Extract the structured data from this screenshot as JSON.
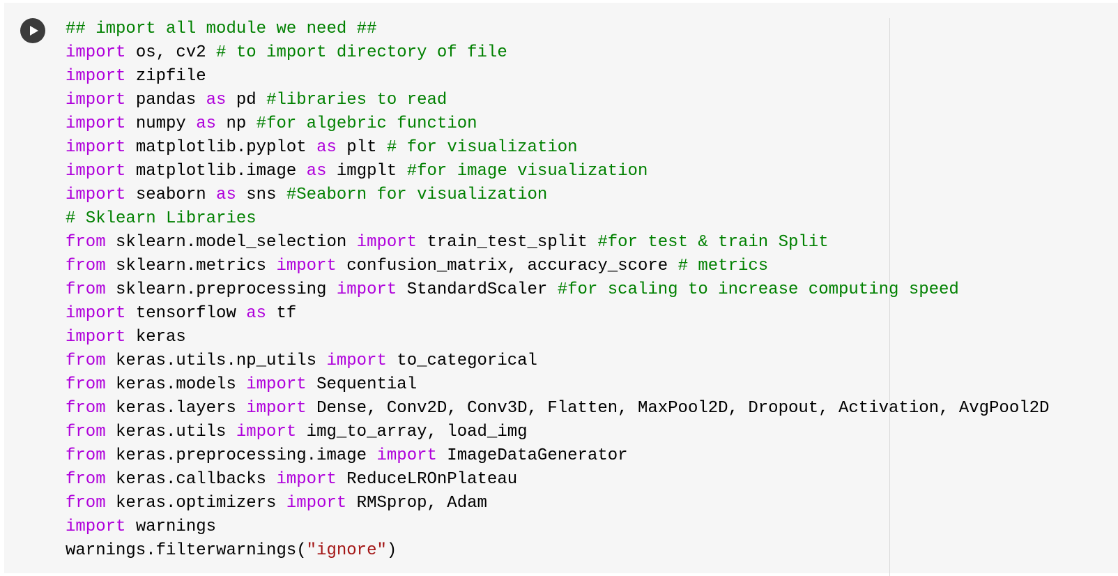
{
  "cell": {
    "run_icon": "play-icon",
    "colors": {
      "background": "#f6f6f6",
      "keyword": "#af00db",
      "comment": "#008000",
      "string": "#a31515",
      "plain": "#000000",
      "run_button": "#3c3c3c"
    },
    "lines": [
      [
        [
          "comment",
          "## import all module we need ##"
        ]
      ],
      [
        [
          "keyword",
          "import"
        ],
        [
          "plain",
          " os, cv2 "
        ],
        [
          "comment",
          "# to import directory of file"
        ]
      ],
      [
        [
          "keyword",
          "import"
        ],
        [
          "plain",
          " zipfile"
        ]
      ],
      [
        [
          "keyword",
          "import"
        ],
        [
          "plain",
          " pandas "
        ],
        [
          "keyword",
          "as"
        ],
        [
          "plain",
          " pd "
        ],
        [
          "comment",
          "#libraries to read"
        ]
      ],
      [
        [
          "keyword",
          "import"
        ],
        [
          "plain",
          " numpy "
        ],
        [
          "keyword",
          "as"
        ],
        [
          "plain",
          " np "
        ],
        [
          "comment",
          "#for algebric function"
        ]
      ],
      [
        [
          "keyword",
          "import"
        ],
        [
          "plain",
          " matplotlib.pyplot "
        ],
        [
          "keyword",
          "as"
        ],
        [
          "plain",
          " plt "
        ],
        [
          "comment",
          "# for visualization"
        ]
      ],
      [
        [
          "keyword",
          "import"
        ],
        [
          "plain",
          " matplotlib.image "
        ],
        [
          "keyword",
          "as"
        ],
        [
          "plain",
          " imgplt "
        ],
        [
          "comment",
          "#for image visualization"
        ]
      ],
      [
        [
          "keyword",
          "import"
        ],
        [
          "plain",
          " seaborn "
        ],
        [
          "keyword",
          "as"
        ],
        [
          "plain",
          " sns "
        ],
        [
          "comment",
          "#Seaborn for visualization"
        ]
      ],
      [
        [
          "comment",
          "# Sklearn Libraries"
        ]
      ],
      [
        [
          "keyword",
          "from"
        ],
        [
          "plain",
          " sklearn.model_selection "
        ],
        [
          "keyword",
          "import"
        ],
        [
          "plain",
          " train_test_split "
        ],
        [
          "comment",
          "#for test & train Split"
        ]
      ],
      [
        [
          "keyword",
          "from"
        ],
        [
          "plain",
          " sklearn.metrics "
        ],
        [
          "keyword",
          "import"
        ],
        [
          "plain",
          " confusion_matrix, accuracy_score "
        ],
        [
          "comment",
          "# metrics"
        ]
      ],
      [
        [
          "keyword",
          "from"
        ],
        [
          "plain",
          " sklearn.preprocessing "
        ],
        [
          "keyword",
          "import"
        ],
        [
          "plain",
          " StandardScaler "
        ],
        [
          "comment",
          "#for scaling to increase computing speed"
        ]
      ],
      [
        [
          "keyword",
          "import"
        ],
        [
          "plain",
          " tensorflow "
        ],
        [
          "keyword",
          "as"
        ],
        [
          "plain",
          " tf"
        ]
      ],
      [
        [
          "keyword",
          "import"
        ],
        [
          "plain",
          " keras"
        ]
      ],
      [
        [
          "keyword",
          "from"
        ],
        [
          "plain",
          " keras.utils.np_utils "
        ],
        [
          "keyword",
          "import"
        ],
        [
          "plain",
          " to_categorical"
        ]
      ],
      [
        [
          "keyword",
          "from"
        ],
        [
          "plain",
          " keras.models "
        ],
        [
          "keyword",
          "import"
        ],
        [
          "plain",
          " Sequential"
        ]
      ],
      [
        [
          "keyword",
          "from"
        ],
        [
          "plain",
          " keras.layers "
        ],
        [
          "keyword",
          "import"
        ],
        [
          "plain",
          " Dense, Conv2D, Conv3D, Flatten, MaxPool2D, Dropout, Activation, AvgPool2D"
        ]
      ],
      [
        [
          "keyword",
          "from"
        ],
        [
          "plain",
          " keras.utils "
        ],
        [
          "keyword",
          "import"
        ],
        [
          "plain",
          " img_to_array, load_img"
        ]
      ],
      [
        [
          "keyword",
          "from"
        ],
        [
          "plain",
          " keras.preprocessing.image "
        ],
        [
          "keyword",
          "import"
        ],
        [
          "plain",
          " ImageDataGenerator"
        ]
      ],
      [
        [
          "keyword",
          "from"
        ],
        [
          "plain",
          " keras.callbacks "
        ],
        [
          "keyword",
          "import"
        ],
        [
          "plain",
          " ReduceLROnPlateau"
        ]
      ],
      [
        [
          "keyword",
          "from"
        ],
        [
          "plain",
          " keras.optimizers "
        ],
        [
          "keyword",
          "import"
        ],
        [
          "plain",
          " RMSprop, Adam"
        ]
      ],
      [
        [
          "keyword",
          "import"
        ],
        [
          "plain",
          " warnings"
        ]
      ],
      [
        [
          "plain",
          "warnings.filterwarnings("
        ],
        [
          "string",
          "\"ignore\""
        ],
        [
          "plain",
          ")"
        ]
      ]
    ]
  }
}
